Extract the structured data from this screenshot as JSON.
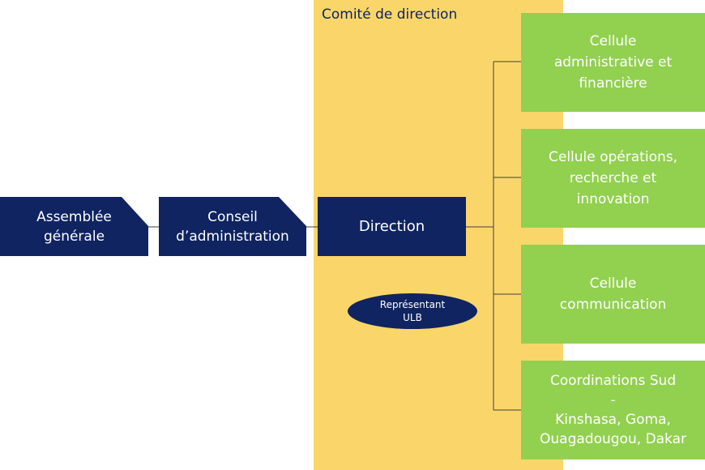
{
  "diagram": {
    "band_title": "Comité de direction",
    "nodes": {
      "assemblee": "Assemblée\ngénérale",
      "conseil": "Conseil\nd’administration",
      "direction": "Direction",
      "representant": "Représentant\nULB"
    },
    "cells": [
      "Cellule\nadministrative et\nfinancière",
      "Cellule opérations,\nrecherche et\ninnovation",
      "Cellule\ncommunication",
      "Coordinations Sud\n-\nKinshasa, Goma,\nOuagadougou, Dakar"
    ]
  },
  "colors": {
    "navy": "#0f2460",
    "band": "#fad66a",
    "green": "#92d050",
    "connector": "#404040"
  }
}
